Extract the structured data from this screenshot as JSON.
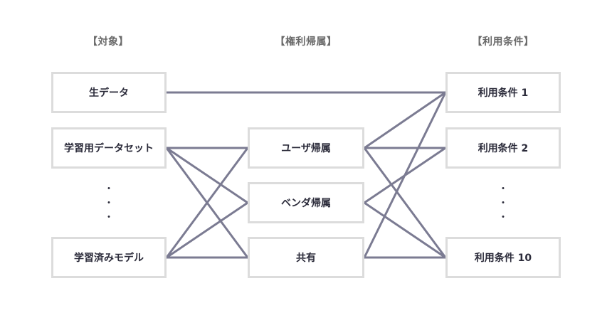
{
  "headers": {
    "subject": "【対象】",
    "rights": "【権利帰属】",
    "terms": "【利用条件】"
  },
  "subjects": {
    "raw_data": "生データ",
    "training_dataset": "学習用データセット",
    "trained_model": "学習済みモデル"
  },
  "rights": {
    "user": "ユーザ帰属",
    "vendor": "ベンダ帰属",
    "shared": "共有"
  },
  "terms": {
    "term1": "利用条件 1",
    "term2": "利用条件 2",
    "term10": "利用条件 10"
  },
  "ellipsis": {
    "dot1": "・",
    "dot2": "・",
    "dot3": "・"
  },
  "colors": {
    "connector": "#7b7b92",
    "box_border": "#dcdcdc",
    "header_text": "#6a6a6a",
    "box_text": "#2b2b3a"
  },
  "connections": [
    {
      "from": "raw_data",
      "to": "term1"
    },
    {
      "from": "training_dataset",
      "to": "user"
    },
    {
      "from": "training_dataset",
      "to": "vendor"
    },
    {
      "from": "training_dataset",
      "to": "shared"
    },
    {
      "from": "trained_model",
      "to": "user"
    },
    {
      "from": "trained_model",
      "to": "vendor"
    },
    {
      "from": "trained_model",
      "to": "shared"
    },
    {
      "from": "user",
      "to": "term2"
    },
    {
      "from": "user",
      "to": "term1"
    },
    {
      "from": "user",
      "to": "term10"
    },
    {
      "from": "vendor",
      "to": "term2"
    },
    {
      "from": "vendor",
      "to": "term10"
    },
    {
      "from": "shared",
      "to": "term1"
    },
    {
      "from": "shared",
      "to": "term10"
    }
  ]
}
